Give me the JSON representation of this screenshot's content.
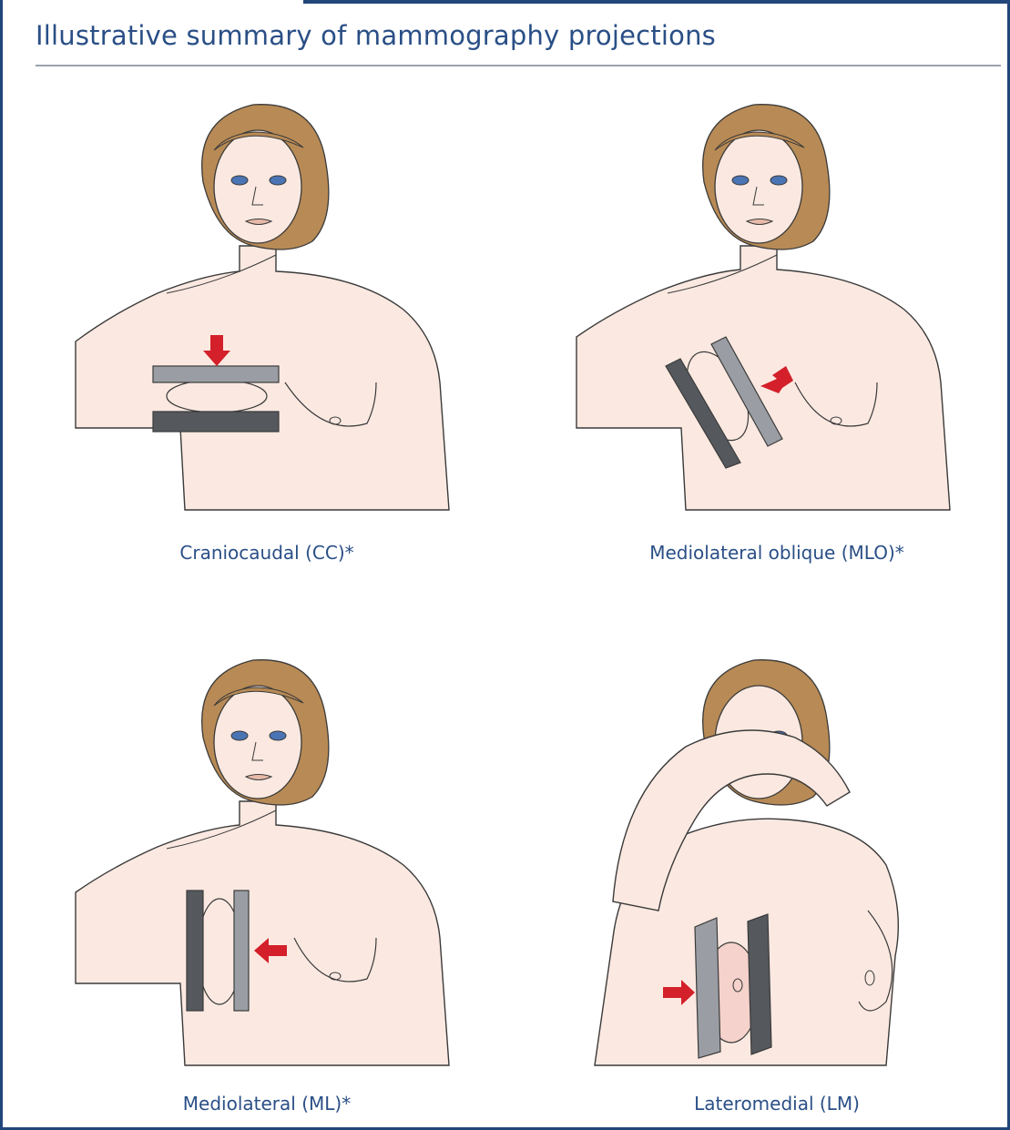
{
  "title": "Illustrative summary of mammography projections",
  "panels": [
    {
      "caption": "Craniocaudal (CC)*",
      "compression": "from above"
    },
    {
      "caption": "Mediolateral oblique (MLO)*",
      "compression": "oblique"
    },
    {
      "caption": "Mediolateral (ML)*",
      "compression": "from medial side"
    },
    {
      "caption": "Lateromedial (LM)",
      "compression": "from lateral side"
    }
  ],
  "colors": {
    "frame": "#23467a",
    "title": "#2a4f86",
    "skin": "#fbe9e1",
    "hair": "#b88a55",
    "plate_light": "#9a9ea4",
    "plate_dark": "#55595e",
    "arrow": "#d3202a",
    "eye": "#4a74b4"
  }
}
